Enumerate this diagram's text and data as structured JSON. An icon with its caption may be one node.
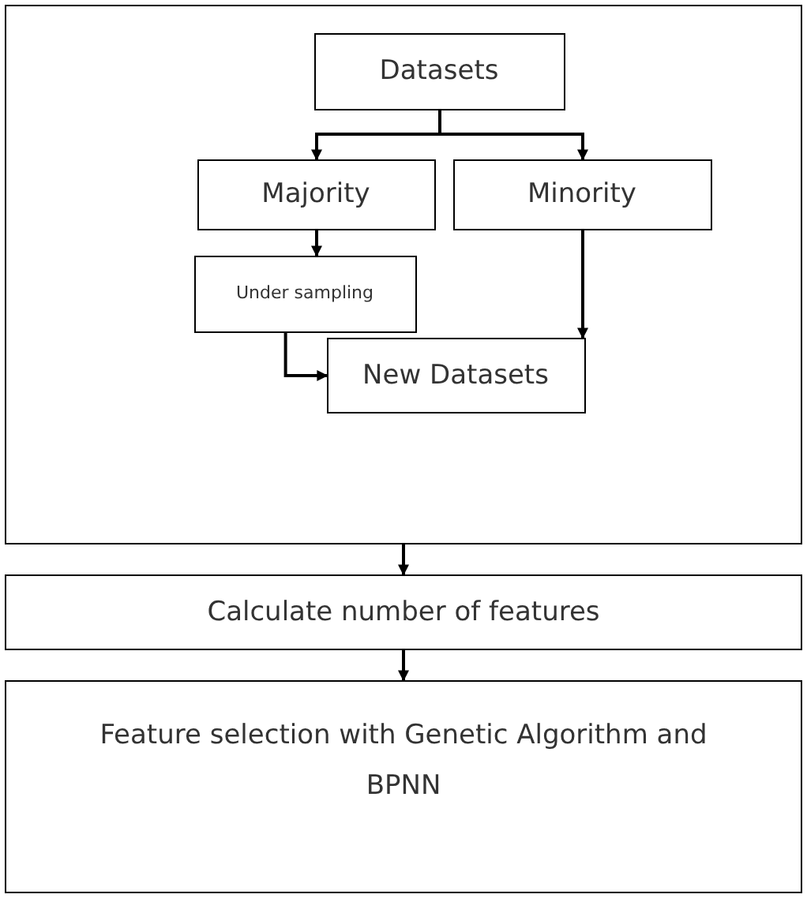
{
  "diagram": {
    "nodes": [
      {
        "text": [],
        "shape": "box"
      },
      {
        "text": [
          "Datasets"
        ],
        "in": 0
      },
      {
        "text": [
          "Majority"
        ],
        "in": 0
      },
      {
        "text": [
          "Minority"
        ],
        "in": 0
      },
      {
        "text": [
          "Under sampling"
        ],
        "in": 0
      },
      {
        "text": [
          "New Datasets"
        ],
        "in": 0
      },
      {
        "text": [
          "Calculate number of features"
        ]
      },
      {
        "text": [
          "Feature selection with Genetic Algorithm and BPNN"
        ]
      }
    ],
    "edges": [
      {
        "from": 1,
        "to": 2,
        "arrow": "to"
      },
      {
        "from": 1,
        "to": 3,
        "arrow": "to"
      },
      {
        "from": 2,
        "to": 4,
        "arrow": "to"
      },
      {
        "from": 4,
        "to": 5,
        "arrow": "to"
      },
      {
        "from": 3,
        "to": 5,
        "arrow": "to"
      },
      {
        "from": 0,
        "to": 6,
        "arrow": "to"
      },
      {
        "from": 6,
        "to": 7,
        "arrow": "to"
      }
    ]
  }
}
